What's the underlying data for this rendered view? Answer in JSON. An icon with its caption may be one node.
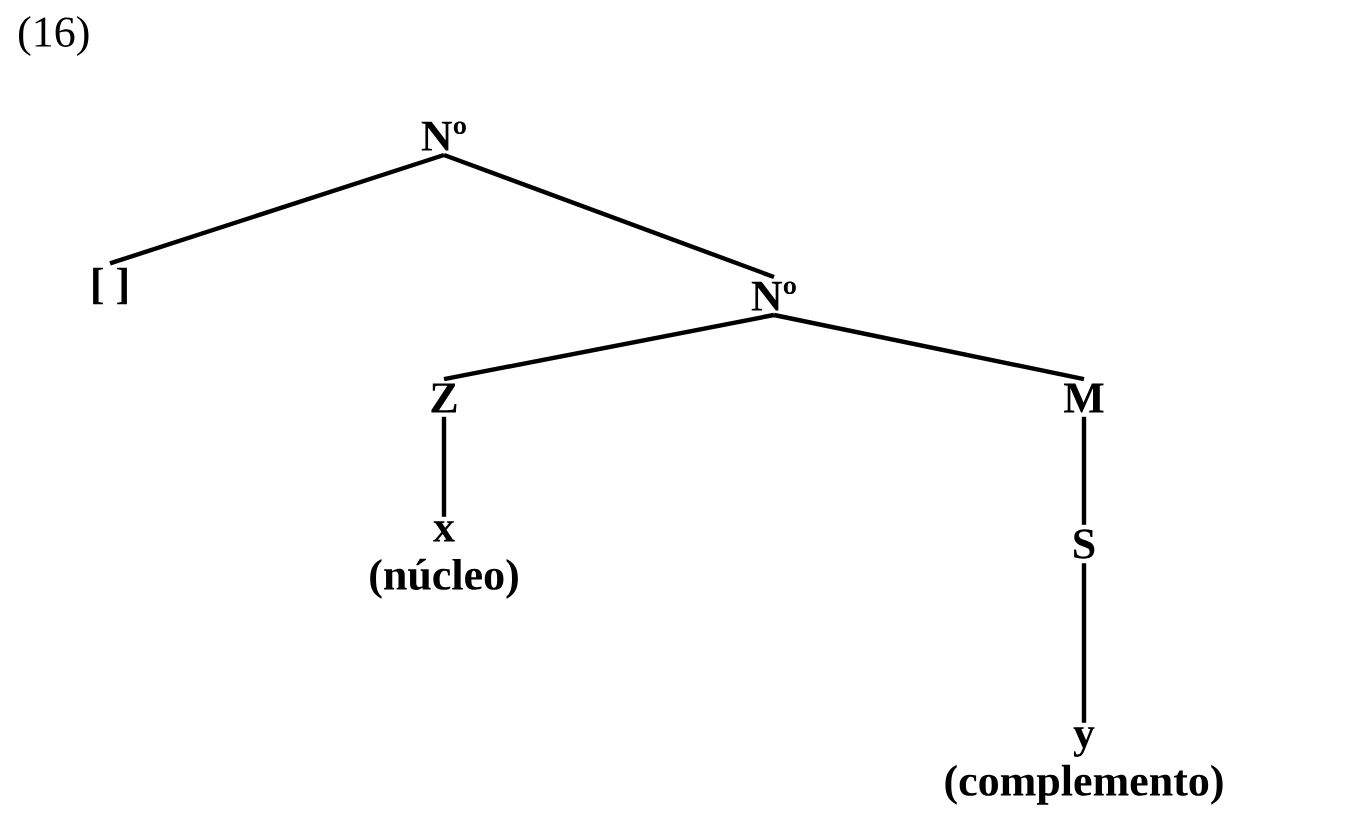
{
  "diagram": {
    "nodes": [
      {
        "text": [
          "Nº"
        ]
      },
      {
        "text": [
          "[ ]"
        ]
      },
      {
        "text": [
          "Nº"
        ]
      },
      {
        "text": [
          "Z"
        ]
      },
      {
        "text": [
          "M"
        ]
      },
      {
        "text": [
          "x",
          "(núcleo)"
        ]
      },
      {
        "text": [
          "S"
        ]
      },
      {
        "text": [
          "y",
          "(complemento)"
        ]
      }
    ],
    "edges": [
      {
        "from": 0,
        "to": 1,
        "arrow": "none"
      },
      {
        "from": 0,
        "to": 2,
        "arrow": "none"
      },
      {
        "from": 2,
        "to": 3,
        "arrow": "none"
      },
      {
        "from": 2,
        "to": 4,
        "arrow": "none"
      },
      {
        "from": 3,
        "to": 5,
        "arrow": "none"
      },
      {
        "from": 4,
        "to": 6,
        "arrow": "none"
      },
      {
        "from": 6,
        "to": 7,
        "arrow": "none"
      }
    ],
    "labels": [
      "(16)"
    ]
  }
}
